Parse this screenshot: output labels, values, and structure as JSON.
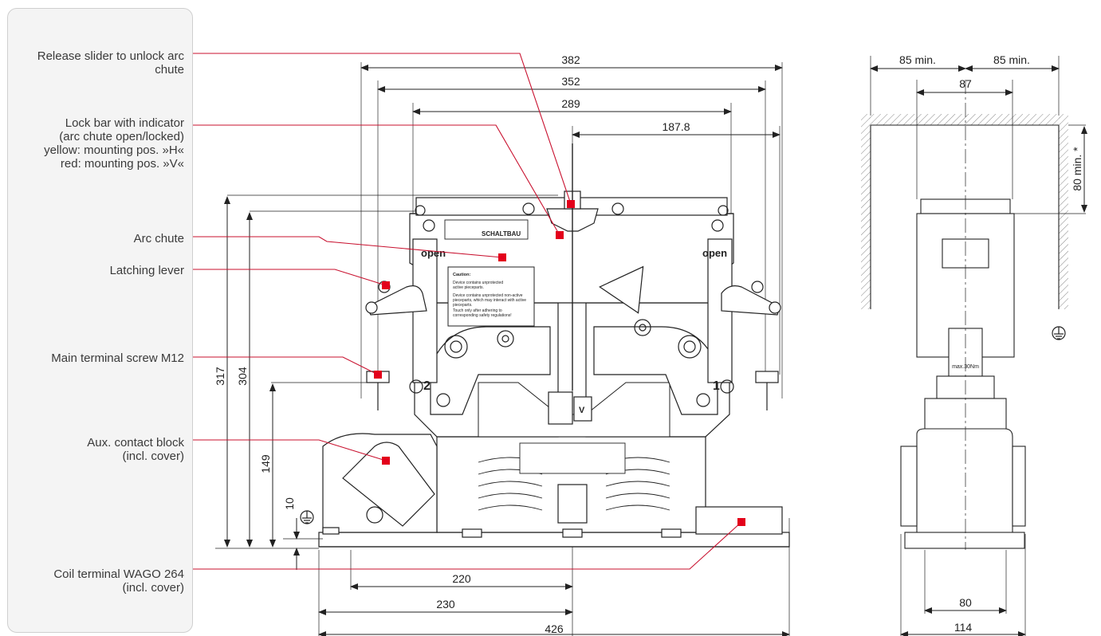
{
  "callouts": [
    {
      "id": "release-slider",
      "text": "Release slider to unlock arc\nchute"
    },
    {
      "id": "lock-bar",
      "text": "Lock bar with indicator\n(arc chute open/locked)\nyellow: mounting pos. »H«\nred: mounting pos. »V«"
    },
    {
      "id": "arc-chute",
      "text": "Arc chute"
    },
    {
      "id": "latching-lever",
      "text": "Latching lever"
    },
    {
      "id": "main-terminal",
      "text": "Main terminal screw M12"
    },
    {
      "id": "aux-contact",
      "text": "Aux. contact block\n(incl. cover)"
    },
    {
      "id": "coil-terminal",
      "text": "Coil terminal WAGO 264\n(incl. cover)"
    }
  ],
  "front_dims": {
    "d382": "382",
    "d352": "352",
    "d289": "289",
    "d187": "187.8",
    "d317": "317",
    "d304": "304",
    "d149": "149",
    "d10": "10",
    "d220": "220",
    "d230": "230",
    "d426": "426"
  },
  "side_dims": {
    "d85a": "85 min.",
    "d85b": "85 min.",
    "d87": "87",
    "d80min": "80 min. *",
    "d80": "80",
    "d114": "114"
  },
  "device_text": {
    "brand": "SCHALTBAU",
    "open_left": "open",
    "open_right": "open",
    "caution_title": "Caution:",
    "caution_l1": "Device contains unprotected",
    "caution_l2": "active pieceparts.",
    "caution_l3": "Device contains unprotected non-active",
    "caution_l4": "pieceparts, which may interact with active",
    "caution_l5": "pieceparts.",
    "caution_l6": "Touch only after adhering to",
    "caution_l7": "corresponding safety regulations!",
    "term2": "2",
    "term1": "1",
    "plate_v": "V",
    "max_nm": "max.30Nm"
  },
  "colors": {
    "callout_line": "#c8102e",
    "marker": "#e3001b"
  }
}
